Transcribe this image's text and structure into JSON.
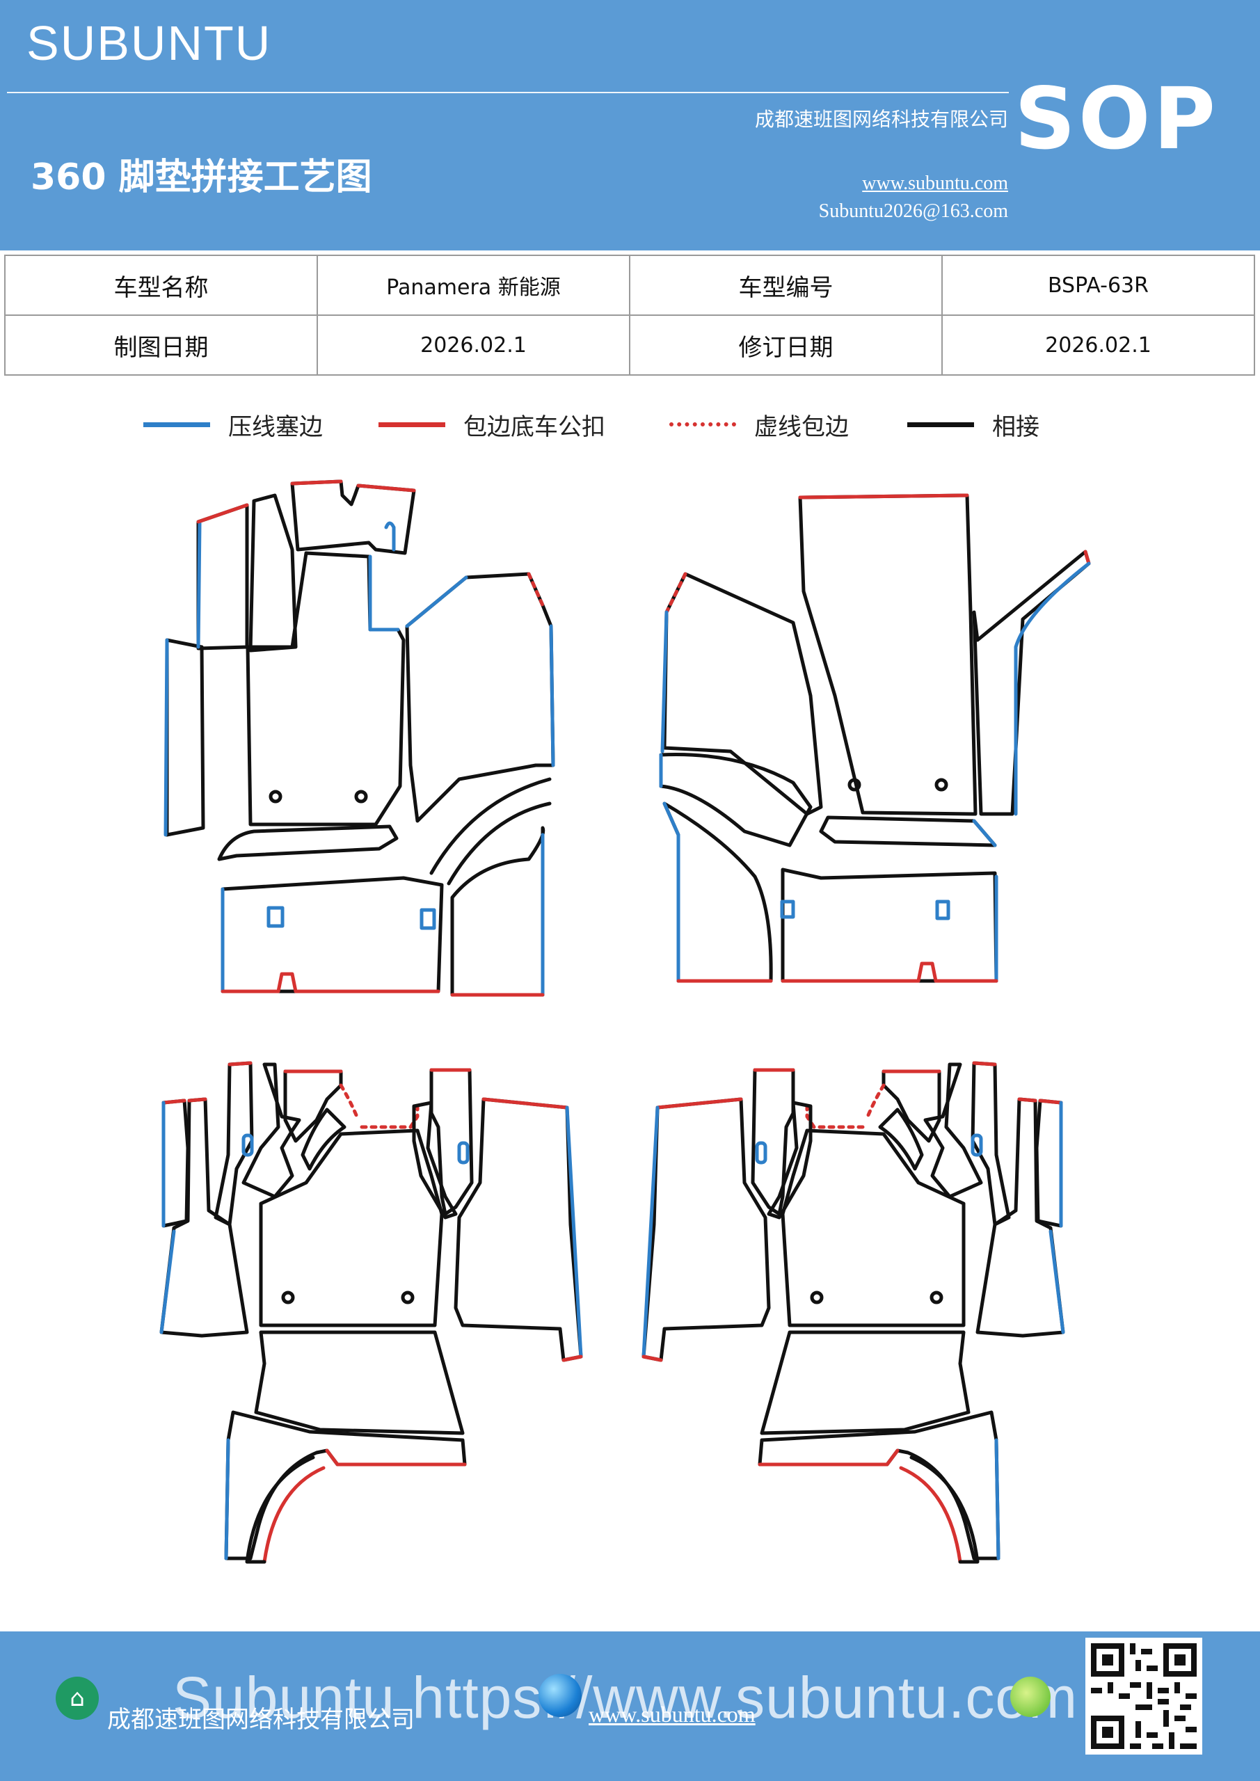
{
  "colors": {
    "header_bg": "#5b9bd5",
    "blue": "#2e7fc8",
    "red": "#d63230",
    "black": "#111111"
  },
  "header": {
    "brand": "SUBUNTU",
    "title": "360 脚垫拼接工艺图",
    "company": "成都速班图网络科技有限公司",
    "website": "www.subuntu.com",
    "email": "Subuntu2026@163.com",
    "badge": "SOP"
  },
  "info": {
    "rows": [
      [
        "车型名称",
        "Panamera 新能源",
        "车型编号",
        "BSPA-63R"
      ],
      [
        "制图日期",
        "2026.02.1",
        "修订日期",
        "2026.02.1"
      ]
    ]
  },
  "legend": [
    {
      "label": "压线塞边",
      "color": "#2e7fc8",
      "style": "solid"
    },
    {
      "label": "包边底车公扣",
      "color": "#d63230",
      "style": "solid"
    },
    {
      "label": "虚线包边",
      "color": "#d63230",
      "style": "dotted"
    },
    {
      "label": "相接",
      "color": "#111111",
      "style": "solid"
    }
  ],
  "footer": {
    "brand_watermark": "Subuntu https://www.subuntu.com",
    "company": "成都速班图网络科技有限公司",
    "website": "www.subuntu.com",
    "home_icon": "home-icon",
    "globe_icon": "globe-icon",
    "leaf_icon": "leaf-icon",
    "qr_icon": "qr-code-icon"
  }
}
